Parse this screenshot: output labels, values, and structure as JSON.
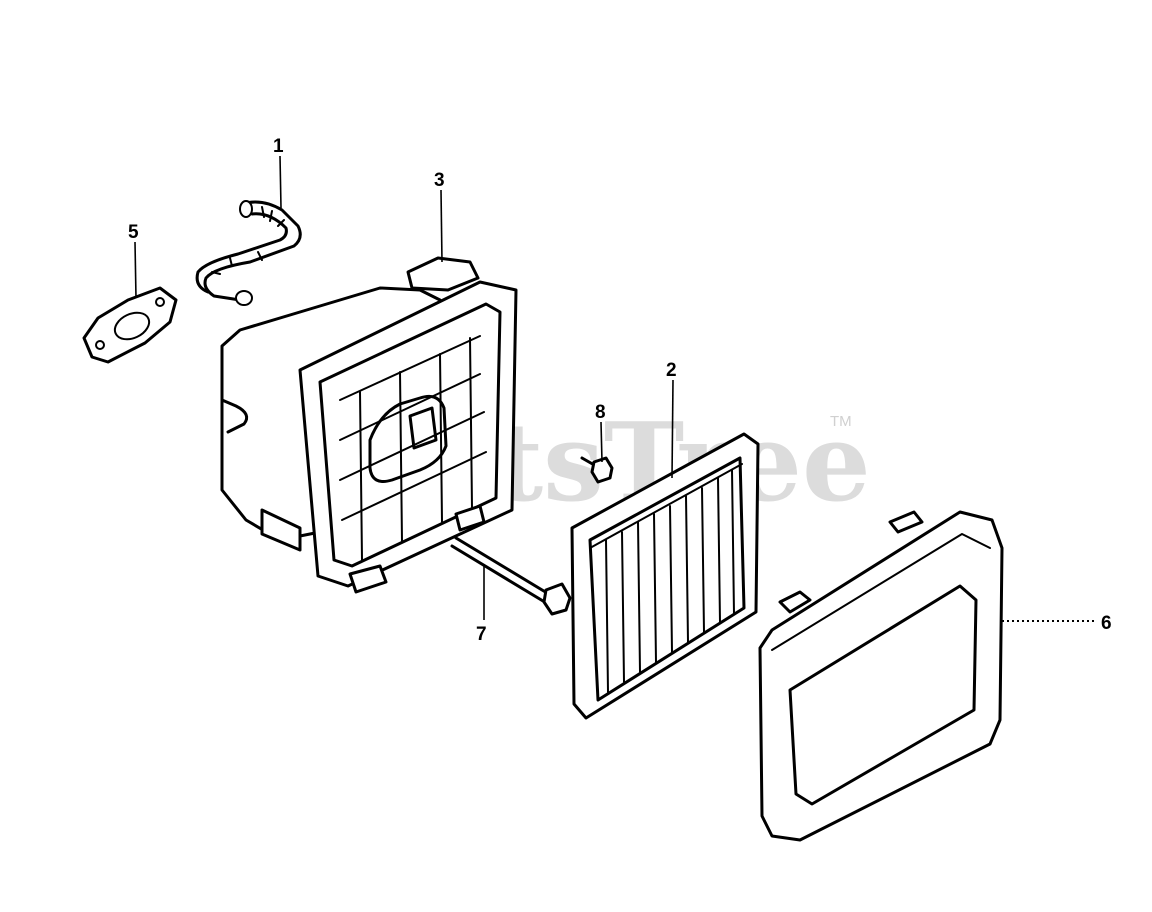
{
  "watermark": {
    "text": "PartsTree",
    "trademark": "TM"
  },
  "callouts": {
    "part_1": "1",
    "part_2": "2",
    "part_3": "3",
    "part_5": "5",
    "part_6": "6",
    "part_7": "7",
    "part_8": "8"
  }
}
